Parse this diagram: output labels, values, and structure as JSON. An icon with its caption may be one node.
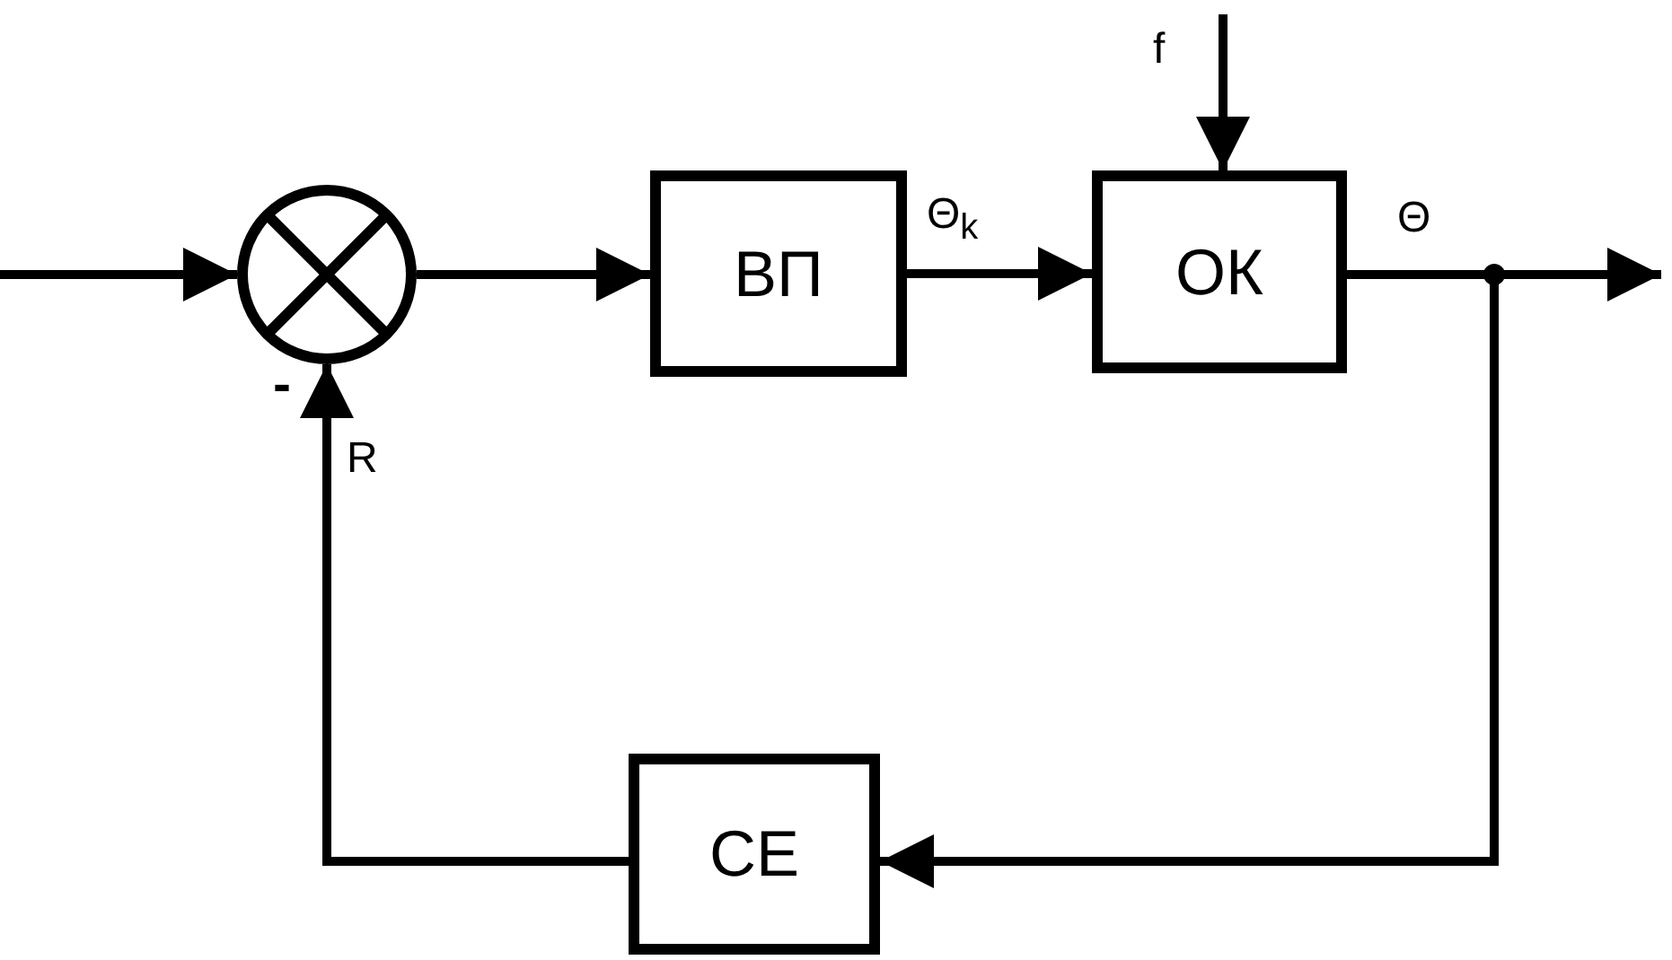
{
  "diagram": {
    "nodes": [
      {
        "text": [],
        "shape": "circle"
      },
      {
        "text": [
          "ВП"
        ]
      },
      {
        "text": [
          "ОК"
        ]
      },
      {
        "text": [
          "СЕ"
        ]
      }
    ],
    "edges": [
      {
        "from": null,
        "to": 0,
        "arrow": "to"
      },
      {
        "from": 0,
        "to": 1,
        "arrow": "to"
      },
      {
        "from": 1,
        "to": 2,
        "arrow": "to",
        "label": "Θ$_{k}$"
      },
      {
        "from": 2,
        "to": null,
        "arrow": "to",
        "label": "Θ"
      },
      {
        "from": 2,
        "to": 3,
        "arrow": "to"
      },
      {
        "from": 3,
        "to": 0,
        "arrow": "to",
        "label": "R"
      },
      {
        "from": null,
        "to": 2,
        "arrow": "to",
        "label": "f"
      }
    ],
    "labels": [
      "-"
    ]
  }
}
